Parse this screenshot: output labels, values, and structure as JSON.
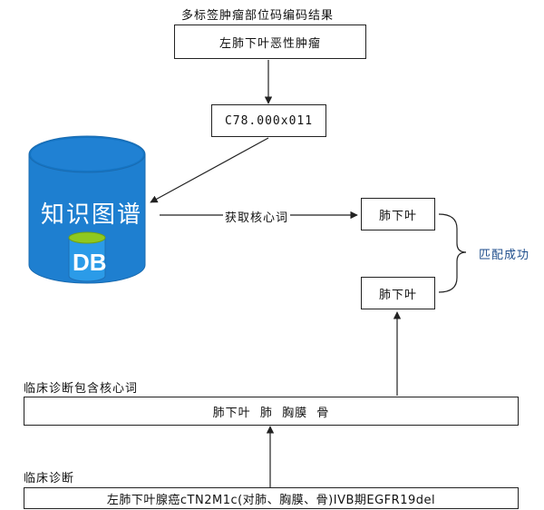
{
  "header": {
    "title": "多标签肿瘤部位码编码结果"
  },
  "top_box": {
    "text": "左肺下叶恶性肿瘤"
  },
  "code_box": {
    "text": "C78.000x011"
  },
  "database": {
    "title": "知识图谱",
    "badge": "DB",
    "color": "#1e7fd0"
  },
  "extract_label": "获取核心词",
  "match_box_1": {
    "text": "肺下叶"
  },
  "match_box_2": {
    "text": "肺下叶"
  },
  "match_label": "匹配成功",
  "core_words": {
    "label": "临床诊断包含核心词",
    "text": "肺下叶  肺  胸膜  骨"
  },
  "clinical": {
    "label": "临床诊断",
    "text": "左肺下叶腺癌cTN2M1c(对肺、胸膜、骨)IVB期EGFR19del"
  },
  "accent_color": "#1f4e8c"
}
